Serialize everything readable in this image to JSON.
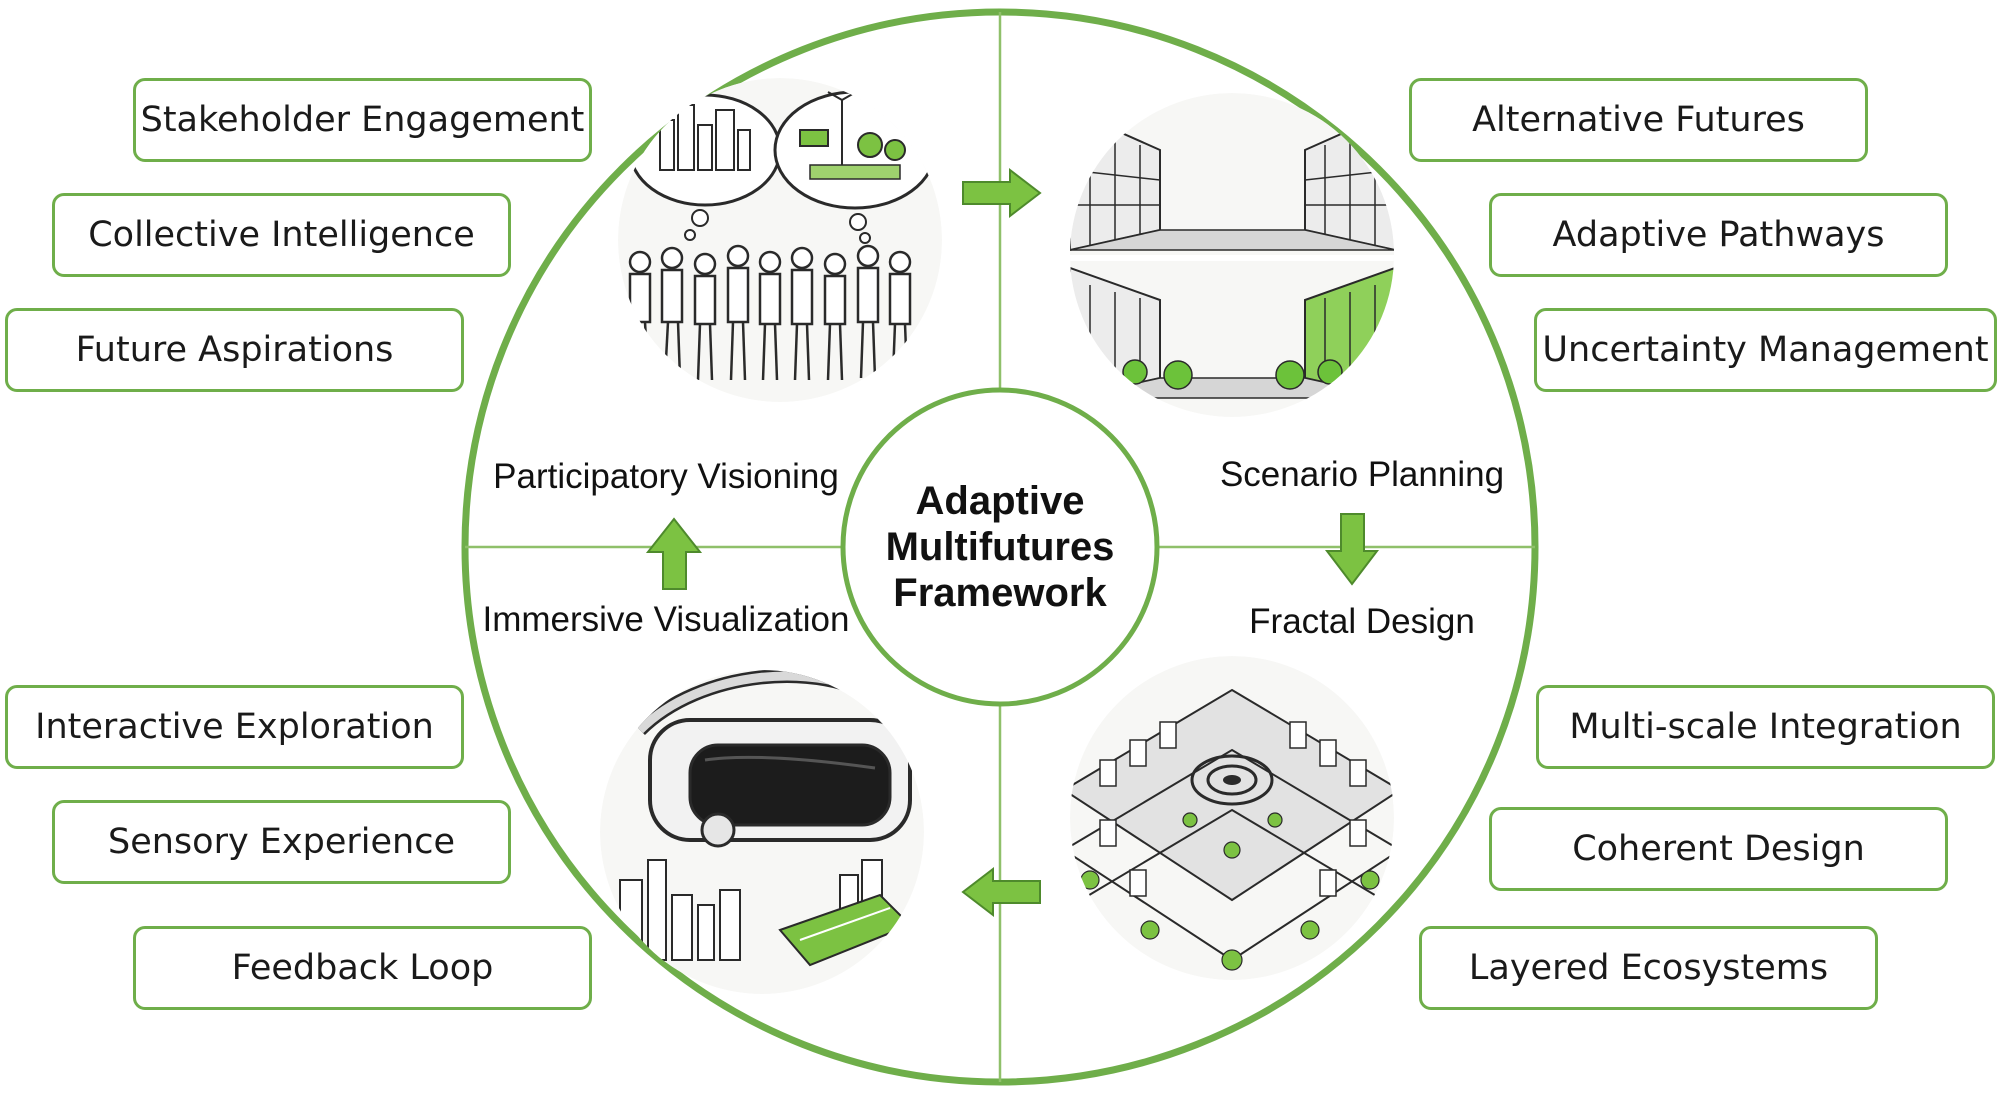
{
  "center": {
    "lines": [
      "Adaptive",
      "Multifutures",
      "Framework"
    ]
  },
  "phases": {
    "top_left": "Participatory Visioning",
    "top_right": "Scenario Planning",
    "bottom_right": "Fractal Design",
    "bottom_left": "Immersive Visualization"
  },
  "features": {
    "participatory_visioning": [
      "Stakeholder Engagement",
      "Collective Intelligence",
      "Future Aspirations"
    ],
    "scenario_planning": [
      "Alternative Futures",
      "Adaptive Pathways",
      "Uncertainty Management"
    ],
    "fractal_design": [
      "Multi-scale Integration",
      "Coherent Design",
      "Layered Ecosystems"
    ],
    "immersive_visualization": [
      "Interactive Exploration",
      "Sensory Experience",
      "Feedback Loop"
    ]
  },
  "colors": {
    "accent_green": "#6fae4a",
    "bright_green": "#7cc242",
    "sketch_ink": "#2a2a2a"
  }
}
